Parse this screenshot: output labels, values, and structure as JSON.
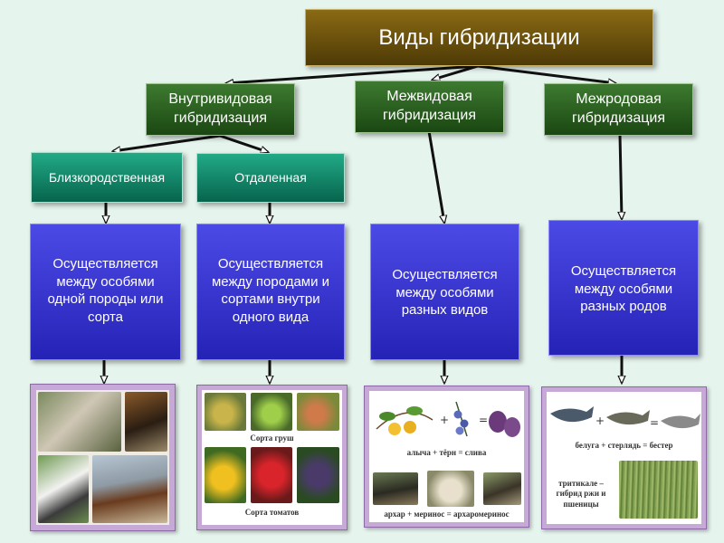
{
  "title": "Виды гибридизации",
  "categories": {
    "intraspecific": "Внутривидовая гибридизация",
    "interspecific": "Межвидовая гибридизация",
    "intergeneric": "Межродовая гибридизация"
  },
  "subcategories": {
    "close": "Близкородственная",
    "distant": "Отдаленная"
  },
  "descriptions": {
    "close": "Осуществляется между особями одной породы или сорта",
    "distant": "Осуществляется между породами и сортами внутри одного вида",
    "interspecific": "Осуществляется между особями разных видов",
    "intergeneric": "Осуществляется между особями разных родов"
  },
  "photo_captions": {
    "pears": "Сорта груш",
    "tomatoes": "Сорта томатов",
    "plum_formula": "алыча + тёрн = слива",
    "sheep_formula": "архар + меринос = архаромеринос",
    "fish_formula": "белуга + стерлядь = бестер",
    "triticale": "тритикале – гибрид ржи и пшеницы"
  },
  "symbols": {
    "plus": "+",
    "equals": "="
  },
  "colors": {
    "title_box": "#6b5210",
    "category_box": "#2a5e1f",
    "subcategory_box": "#0f8a68",
    "description_box": "#3535d8",
    "photo_frame": "#c7a9d8",
    "background": "#e6f4ee"
  }
}
